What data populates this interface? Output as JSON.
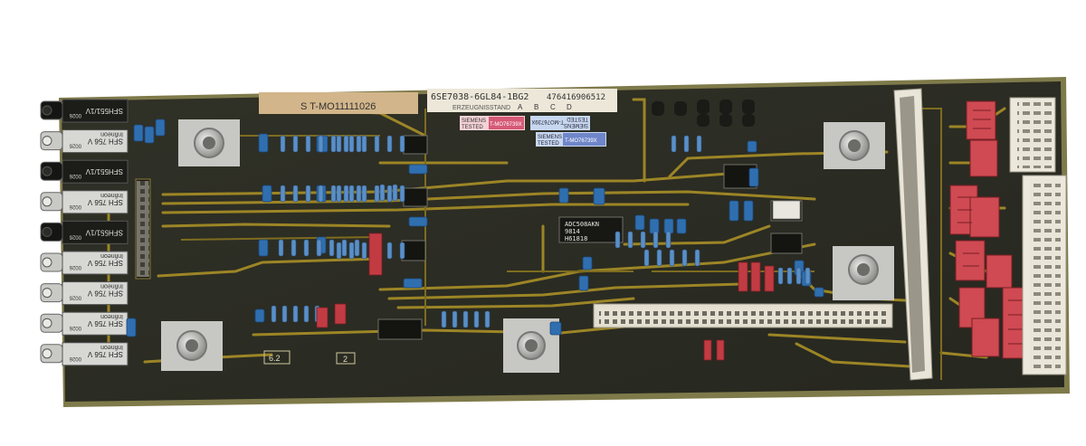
{
  "board": {
    "part_number": "6SE7038-6GL84-1BG2",
    "serial": "476416906512",
    "sticker_label": "S T-MO11111026",
    "revision_header": "ERZEUGNISSTAND",
    "revision_letters": [
      "A",
      "B",
      "C",
      "D"
    ],
    "small_labels": [
      "6.2",
      "2"
    ],
    "chip_marking": [
      "ADC508AKN",
      "9814",
      "H61818"
    ]
  },
  "stickers": [
    {
      "brand": "SIEMENS",
      "status": "TESTED",
      "code": "T-MO76739X"
    },
    {
      "brand": "SIEMENS",
      "status": "TESTED",
      "code": "T-MO76739X"
    },
    {
      "brand": "SIEMENS",
      "status": "TESTED",
      "code": "T-MO76739X"
    }
  ],
  "optical_connectors": [
    {
      "type": "receiver",
      "brand": "",
      "model": "SFH551/1V",
      "code": "0026"
    },
    {
      "type": "transmitter",
      "brand": "Infineon",
      "model": "SFH 756 V",
      "code": "0026"
    },
    {
      "type": "receiver",
      "brand": "",
      "model": "SFH551/1V",
      "code": "0026"
    },
    {
      "type": "transmitter",
      "brand": "Infineon",
      "model": "SFH 756 V",
      "code": "0026"
    },
    {
      "type": "receiver",
      "brand": "",
      "model": "SFH551/1V",
      "code": "0026"
    },
    {
      "type": "transmitter",
      "brand": "Infineon",
      "model": "SFH 756 V",
      "code": "0026"
    },
    {
      "type": "transmitter",
      "brand": "Infineon",
      "model": "SFH 756 V",
      "code": "0026"
    },
    {
      "type": "transmitter",
      "brand": "Infineon",
      "model": "SFH 756 V",
      "code": "0026"
    },
    {
      "type": "transmitter",
      "brand": "Infineon",
      "model": "SFH 756 V",
      "code": "0026"
    }
  ],
  "colors": {
    "pcb": "#2b2c22",
    "trace": "#9c8526",
    "capacitor_blue": "#2f6fb0",
    "relay_red": "#c23b43",
    "connector_cream": "#e6e1d2",
    "silver_pad": "#c7c7c4"
  }
}
